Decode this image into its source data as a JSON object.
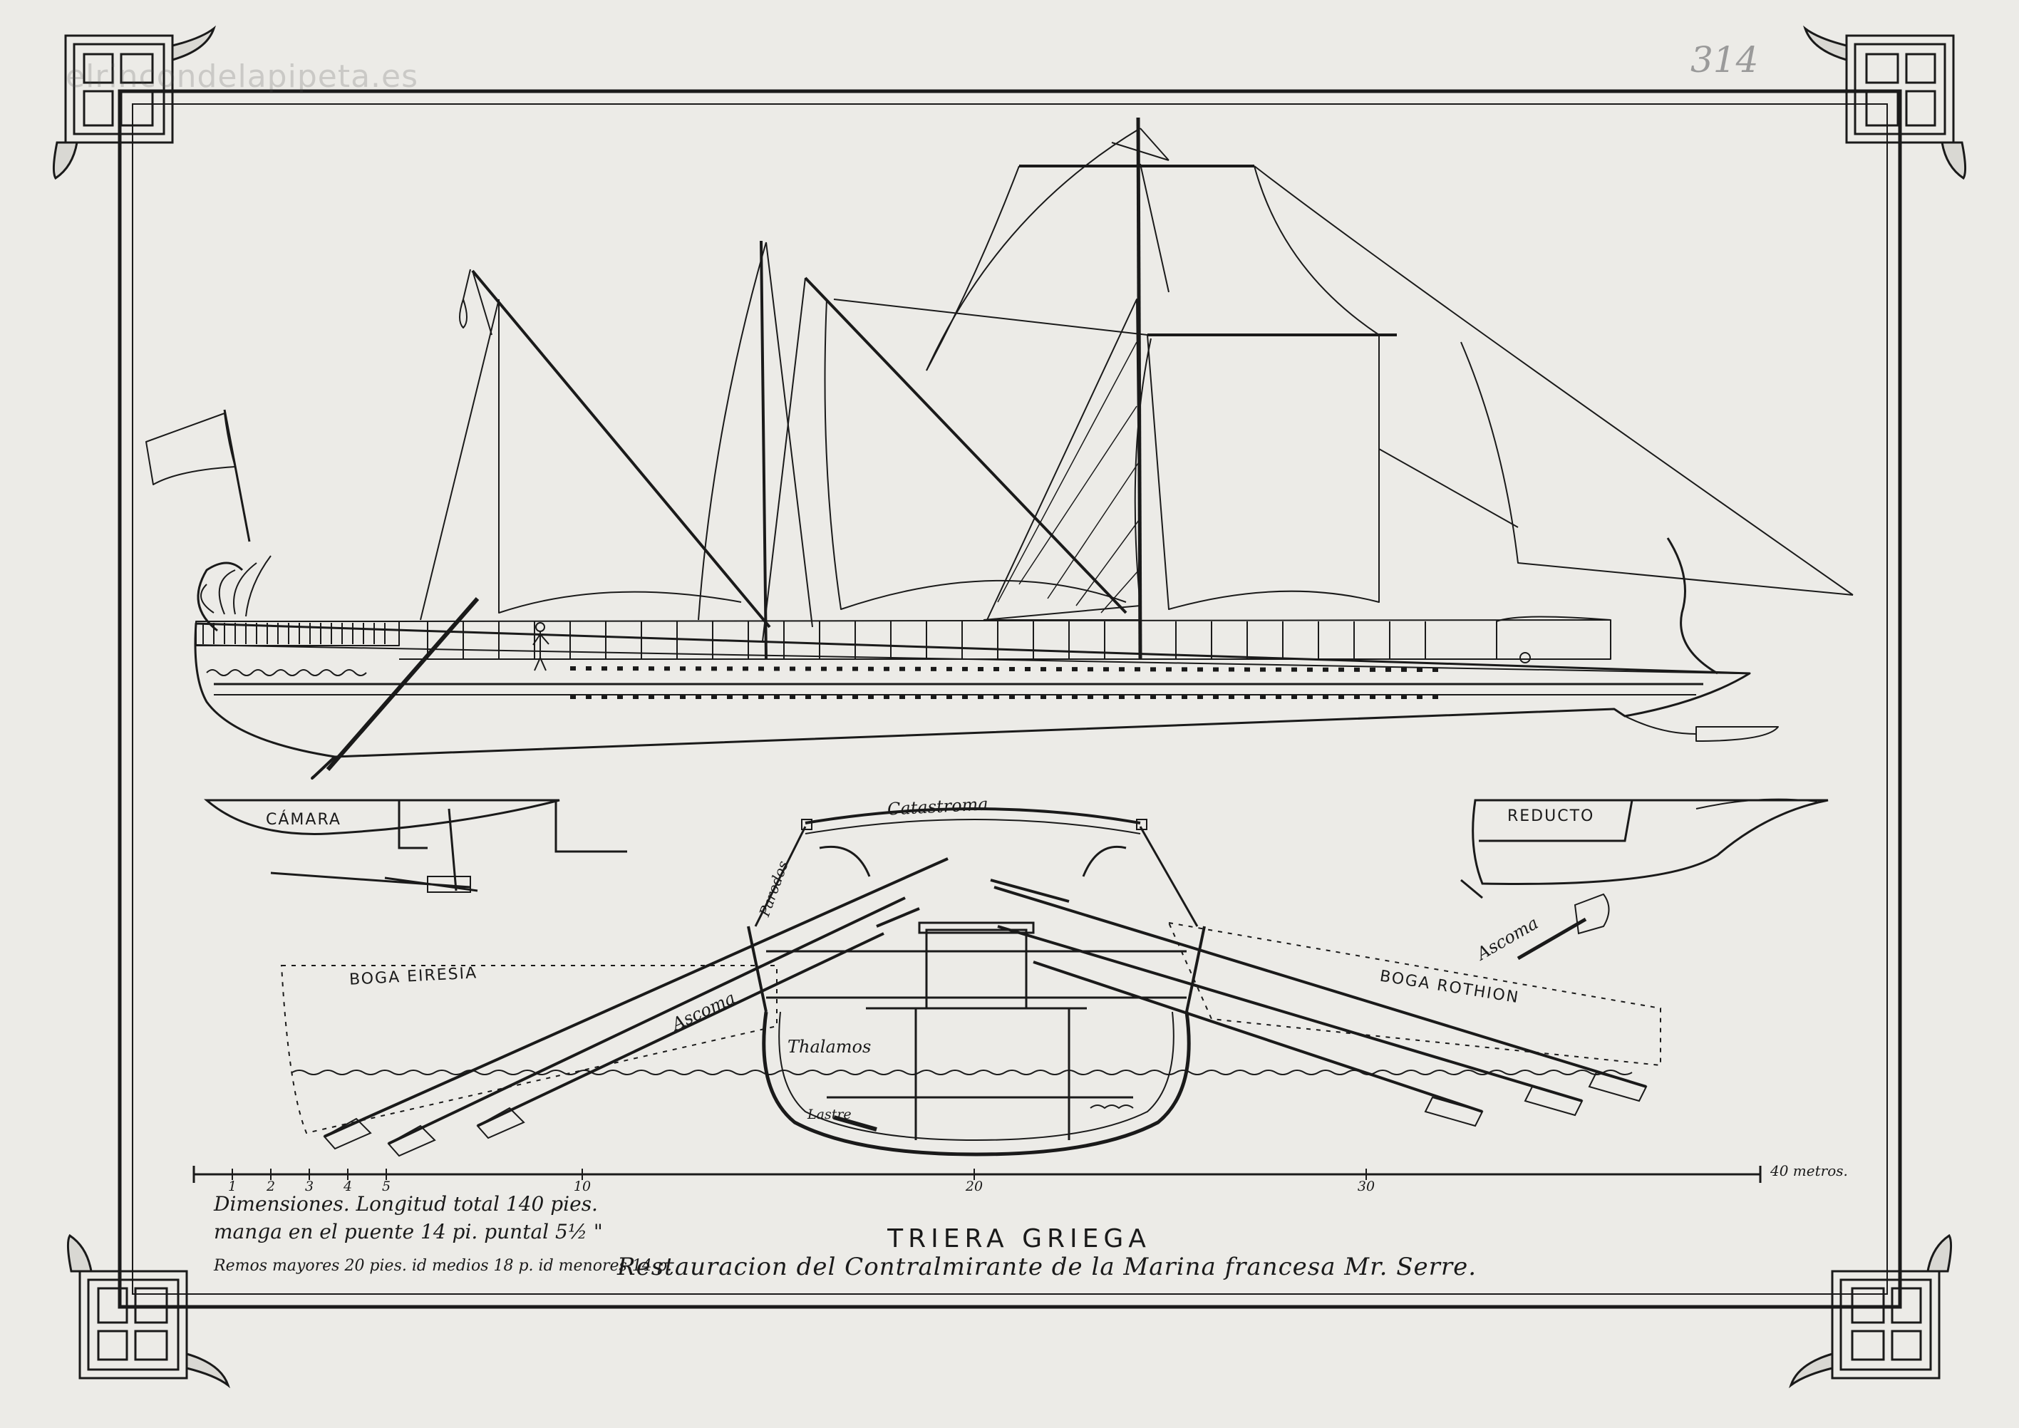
{
  "watermark": "elrincondelapipeta.es",
  "plate_number": "314",
  "title": "TRIERA GRIEGA",
  "dimensions": {
    "line1": "Dimensiones. Longitud total 140 pies.",
    "line2": "manga en el puente 14 pi. puntal 5½ \"",
    "line3": "Remos mayores 20 pies. id medios 18 p. id menores 14 p."
  },
  "credit": "Restauracion del Contralmirante de la Marina francesa Mr. Serre.",
  "labels": {
    "camara": "CÁMARA",
    "reducto": "REDUCTO",
    "catastroma": "Catastroma",
    "parodos": "Parodos",
    "ascoma_1": "Ascoma",
    "ascoma_2": "Ascoma",
    "boga_eiresia": "BOGA EIRESIA",
    "boga_rothion": "BOGA ROTHION",
    "thalamos": "Thalamos",
    "lastre": "Lastre"
  },
  "scale": {
    "ticks": [
      "1",
      "2",
      "3",
      "4",
      "5",
      "10",
      "20",
      "30"
    ],
    "end_label": "40 metros."
  },
  "colors": {
    "paper": "#ecebe7",
    "ink": "#1a1a1a"
  }
}
